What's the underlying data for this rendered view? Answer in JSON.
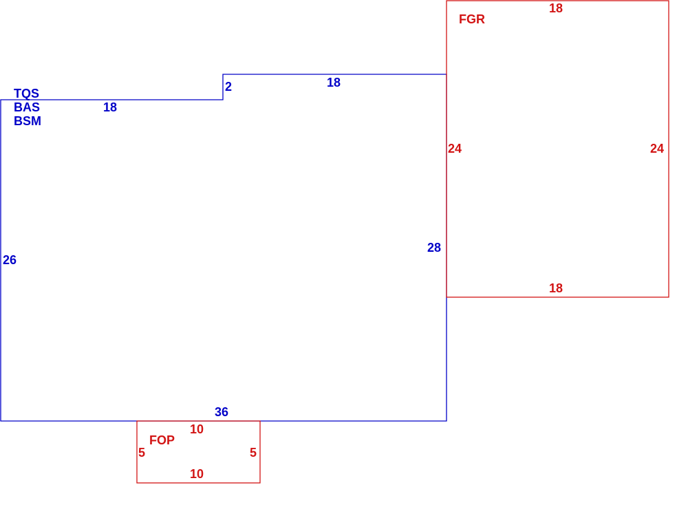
{
  "colors": {
    "main": "#0000c8",
    "accessory": "#d21414"
  },
  "main_area": {
    "codes": [
      "TQS",
      "BAS",
      "BSM"
    ],
    "dimensions": {
      "top_left": "18",
      "step": "2",
      "top_right": "18",
      "left": "26",
      "right": "28",
      "bottom": "36"
    }
  },
  "garage": {
    "code": "FGR",
    "dimensions": {
      "top": "18",
      "left": "24",
      "right": "24",
      "bottom": "18"
    }
  },
  "porch": {
    "code": "FOP",
    "dimensions": {
      "top": "10",
      "left": "5",
      "right": "5",
      "bottom": "10"
    }
  }
}
